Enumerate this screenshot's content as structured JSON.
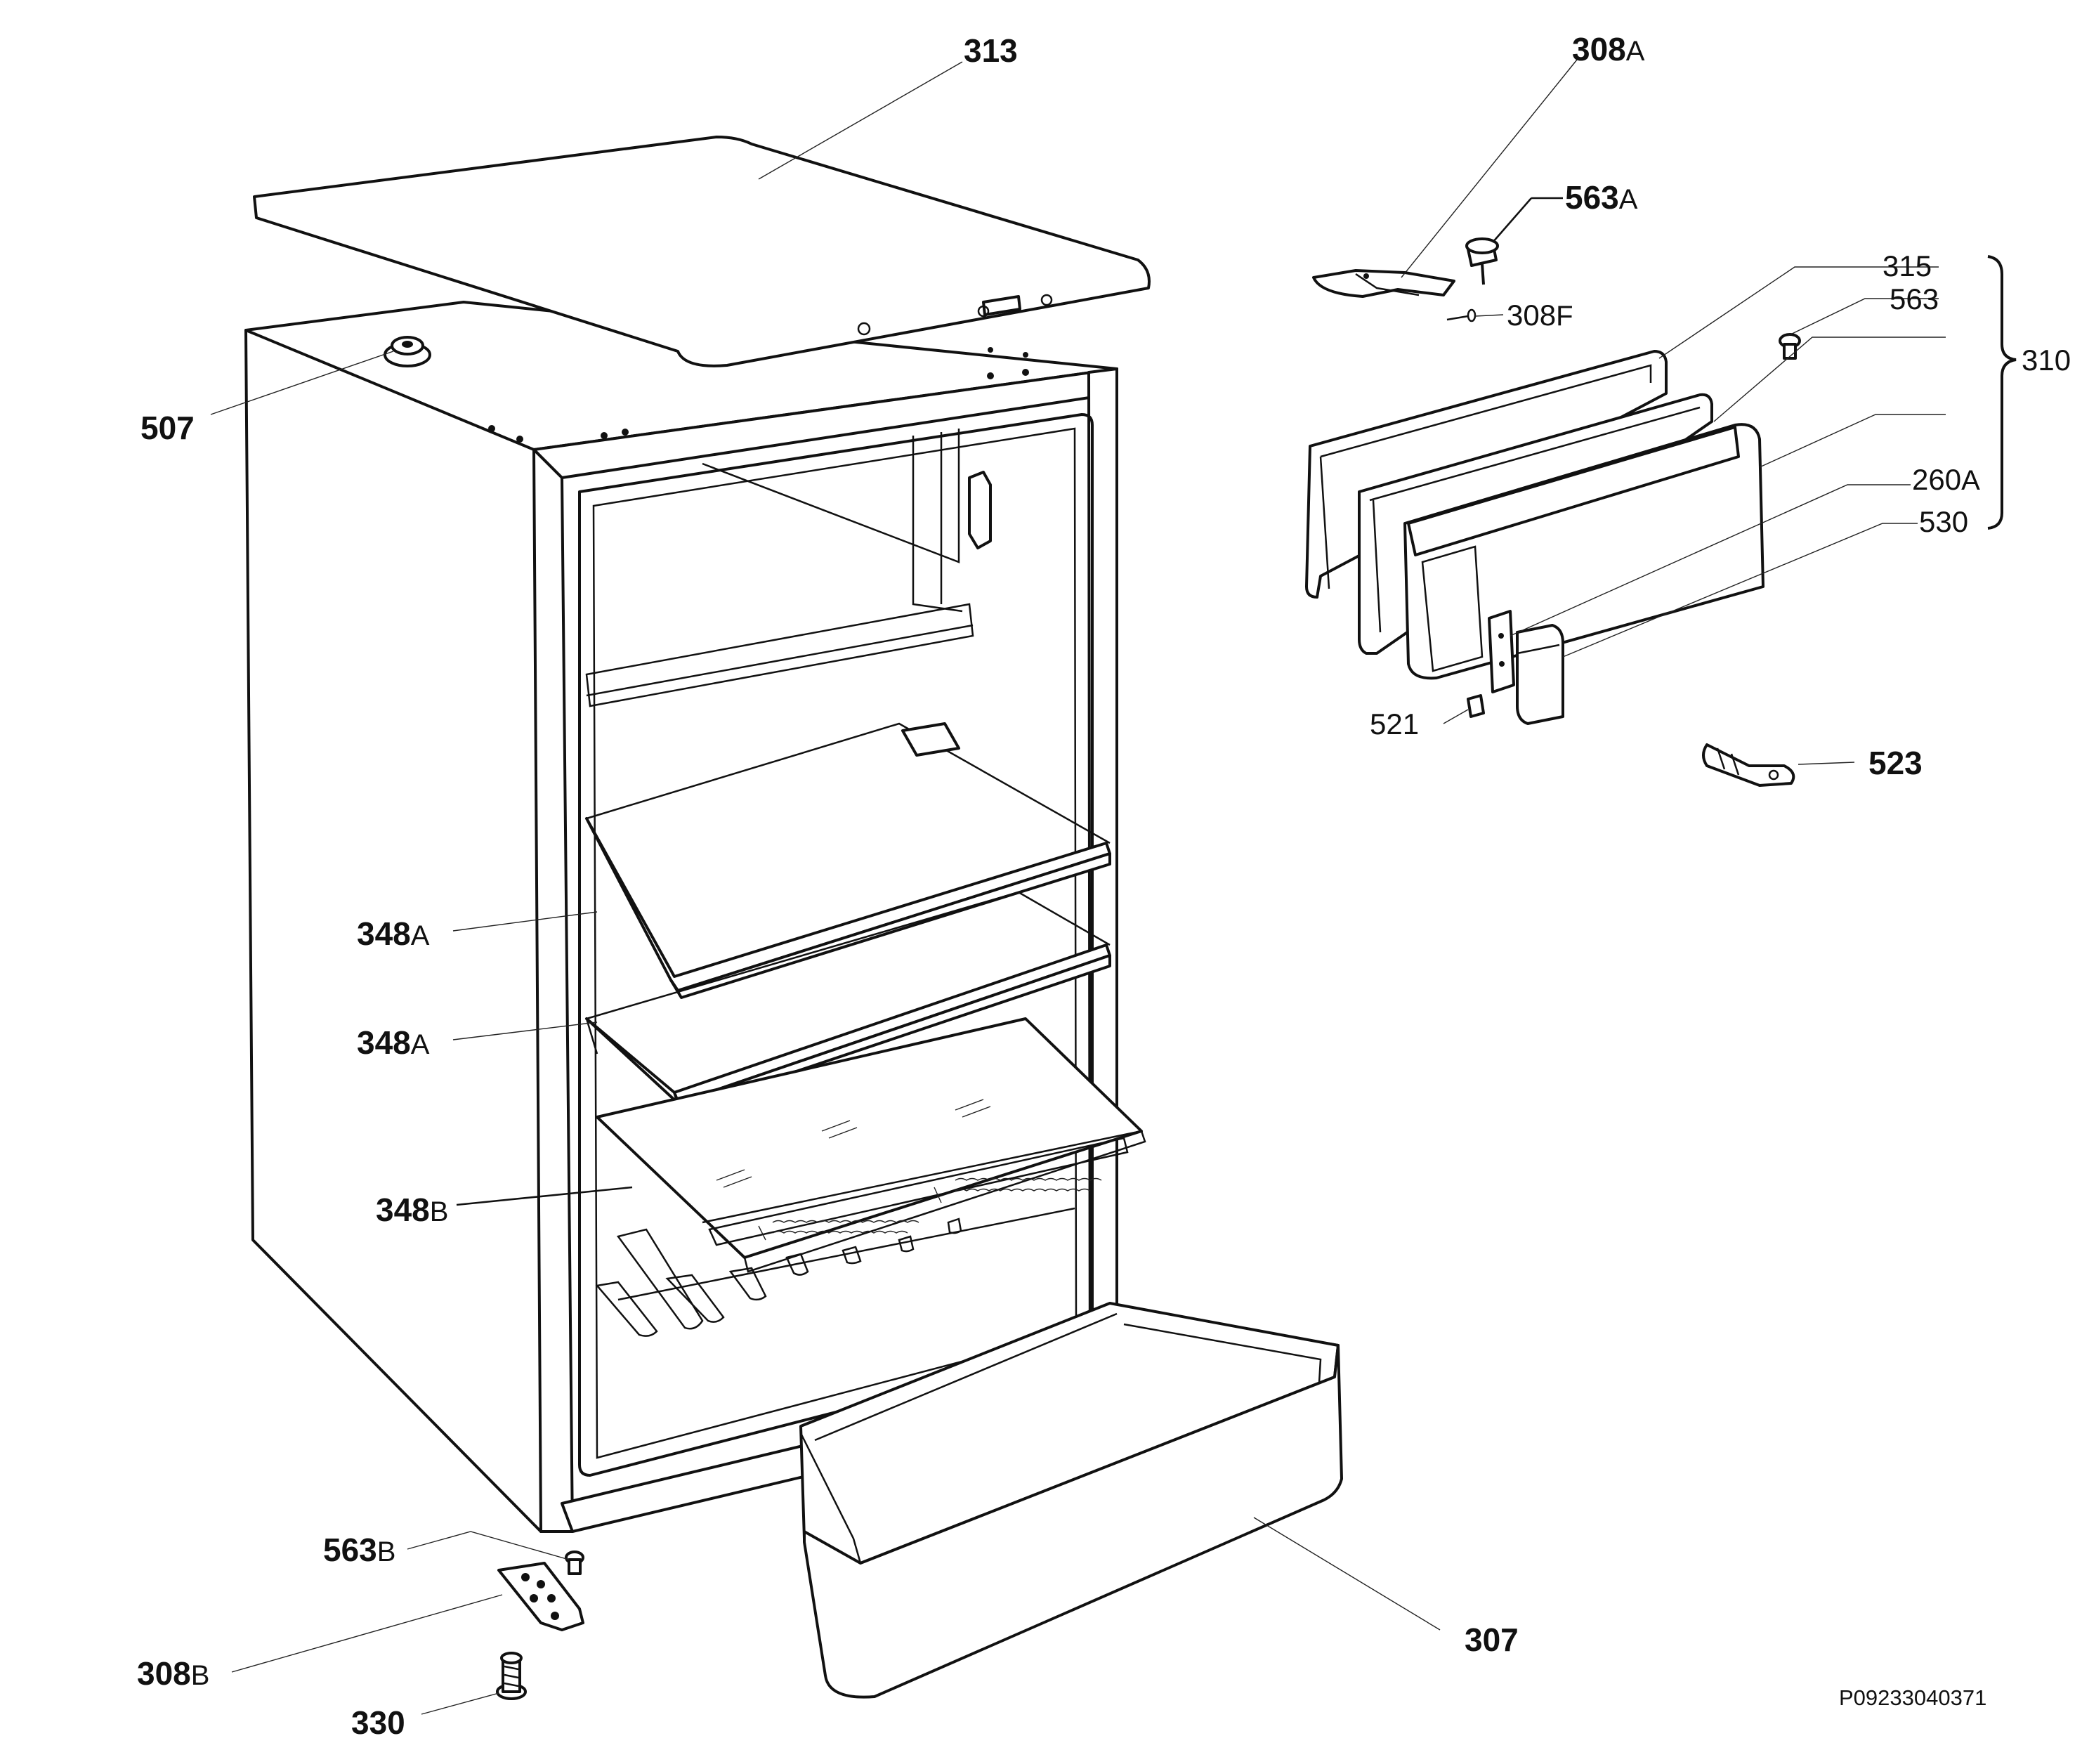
{
  "diagram": {
    "drawing_code": "P09233040371",
    "labels": {
      "l313": {
        "num": "313",
        "suffix": ""
      },
      "l308A": {
        "num": "308",
        "suffix": "A"
      },
      "l563A": {
        "num": "563",
        "suffix": "A"
      },
      "l308F": {
        "num": "308",
        "suffix": "F"
      },
      "l315": {
        "num": "315",
        "suffix": ""
      },
      "l563": {
        "num": "563",
        "suffix": ""
      },
      "l310": {
        "num": "310",
        "suffix": ""
      },
      "l260A": {
        "num": "260",
        "suffix": "A"
      },
      "l530": {
        "num": "530",
        "suffix": ""
      },
      "l521": {
        "num": "521",
        "suffix": ""
      },
      "l523": {
        "num": "523",
        "suffix": ""
      },
      "l507": {
        "num": "507",
        "suffix": ""
      },
      "l348A1": {
        "num": "348",
        "suffix": "A"
      },
      "l348A2": {
        "num": "348",
        "suffix": "A"
      },
      "l348B": {
        "num": "348",
        "suffix": "B"
      },
      "l563B": {
        "num": "563",
        "suffix": "B"
      },
      "l308B": {
        "num": "308",
        "suffix": "B"
      },
      "l330": {
        "num": "330",
        "suffix": ""
      },
      "l307": {
        "num": "307",
        "suffix": ""
      }
    }
  }
}
